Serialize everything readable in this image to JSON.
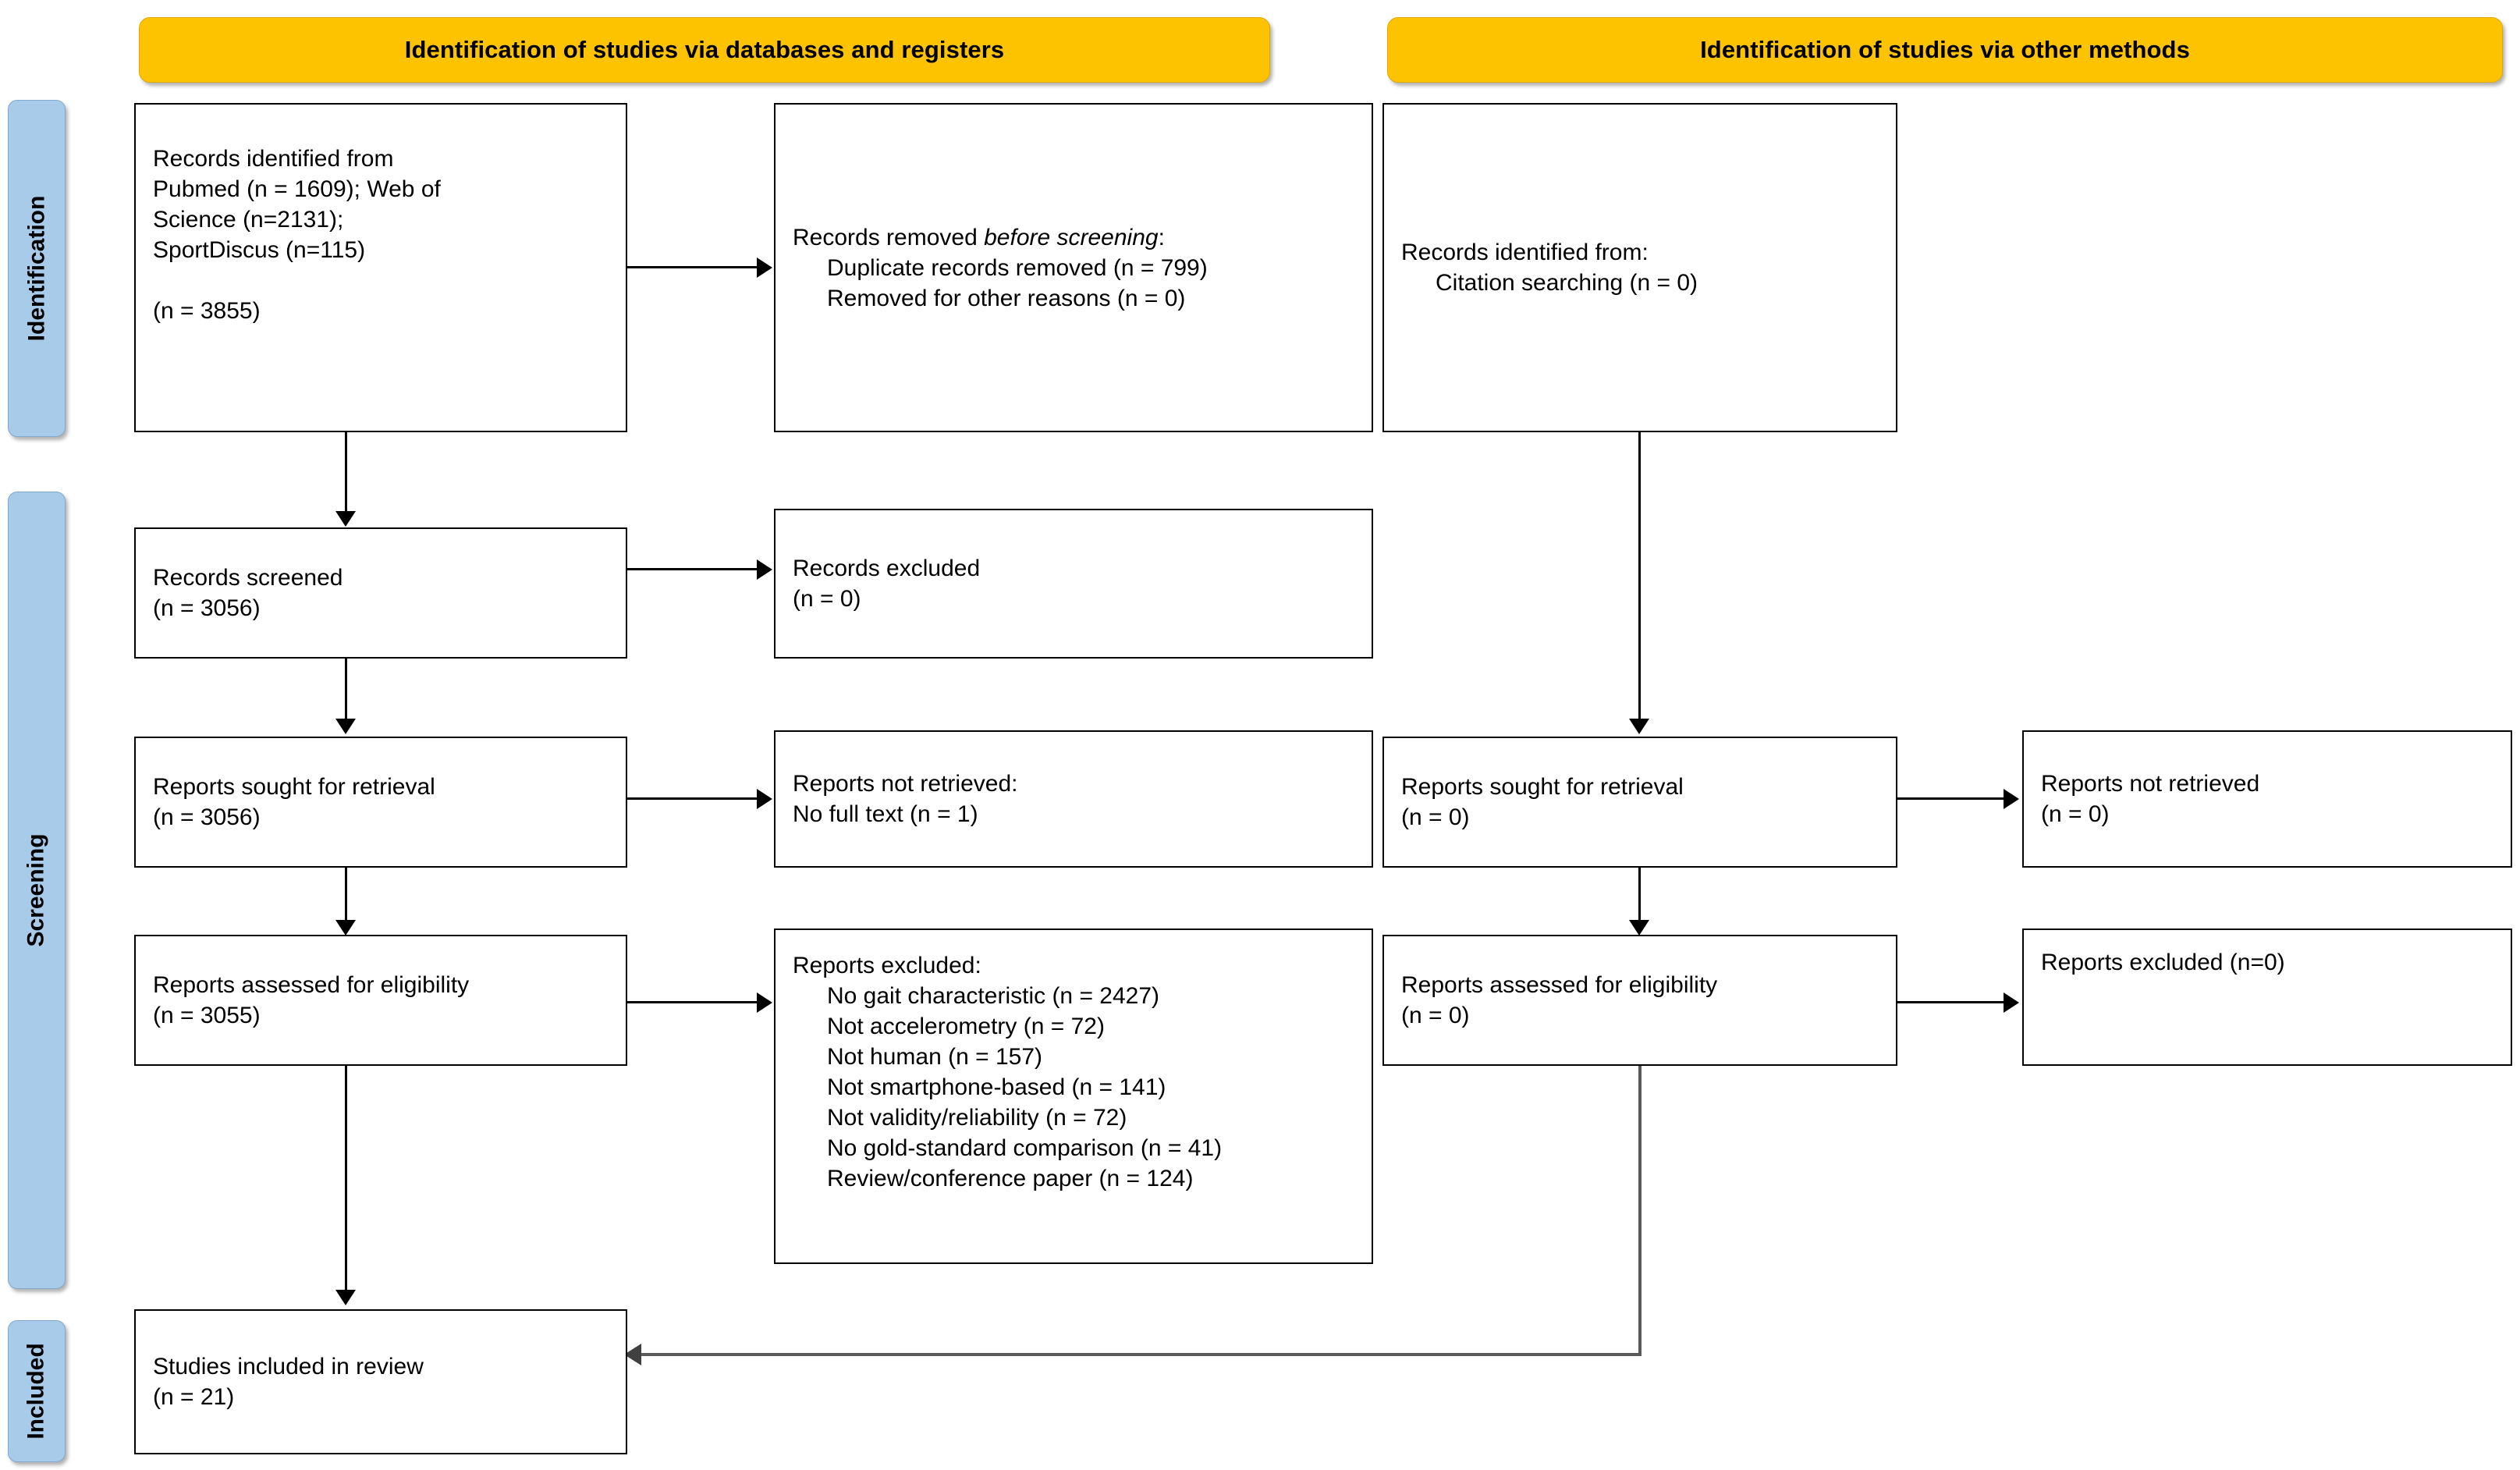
{
  "banners": {
    "databases": "Identification of studies via databases and registers",
    "other": "Identification of studies via other methods"
  },
  "stages": {
    "identification": "Identification",
    "screening": "Screening",
    "included": "Included"
  },
  "boxes": {
    "records_identified_db": {
      "l1": "Records identified from",
      "l2": "Pubmed (n = 1609); Web of",
      "l3": "Science (n=2131);",
      "l4": "SportDiscus (n=115)",
      "l5": "",
      "l6": "(n = 3855)"
    },
    "records_removed": {
      "title_a": "Records removed ",
      "title_b": "before screening",
      "title_c": ":",
      "l1": "Duplicate records removed (n = 799)",
      "l2": "Removed for other reasons (n = 0)"
    },
    "records_identified_other": {
      "l1": "Records identified from:",
      "l2": "Citation searching (n = 0)"
    },
    "records_screened": {
      "l1": "Records screened",
      "l2": "(n = 3056)"
    },
    "records_excluded": {
      "l1": "Records excluded",
      "l2": "(n = 0)"
    },
    "reports_sought_db": {
      "l1": "Reports sought for retrieval",
      "l2": "(n = 3056)"
    },
    "reports_not_retrieved_db": {
      "l1": "Reports not retrieved:",
      "l2": "No full text (n = 1)"
    },
    "reports_sought_other": {
      "l1": "Reports sought for retrieval",
      "l2": "(n = 0)"
    },
    "reports_not_retrieved_other": {
      "l1": "Reports not retrieved",
      "l2": "(n = 0)"
    },
    "reports_assessed_db": {
      "l1": "Reports assessed for eligibility",
      "l2": "(n = 3055)"
    },
    "reports_excluded_db": {
      "title": "Reports excluded:",
      "r1": "No gait characteristic (n = 2427)",
      "r2": "Not accelerometry (n = 72)",
      "r3": "Not human (n = 157)",
      "r4": "Not smartphone-based (n = 141)",
      "r5": "Not validity/reliability (n = 72)",
      "r6": "No gold-standard comparison (n = 41)",
      "r7": "Review/conference paper (n = 124)"
    },
    "reports_assessed_other": {
      "l1": "Reports assessed for eligibility",
      "l2": "(n = 0)"
    },
    "reports_excluded_other": {
      "l1": "Reports excluded (n=0)"
    },
    "studies_included": {
      "l1": "Studies included in review",
      "l2": "(n = 21)"
    }
  },
  "colors": {
    "banner_fill": "#FDC300",
    "stage_tab_fill": "#A8CBEA",
    "box_border": "#000000",
    "connector": "#000000",
    "connector_grey": "#595959"
  }
}
